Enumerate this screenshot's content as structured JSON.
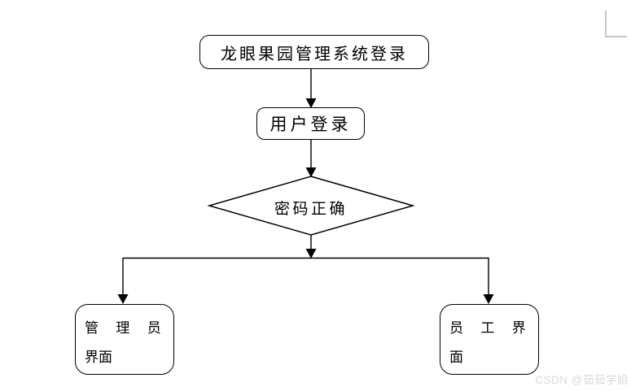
{
  "page": {
    "background": "#ffffff"
  },
  "flowchart": {
    "type": "flowchart",
    "stroke_color": "#000000",
    "node_fill": "#ffffff",
    "nodes": {
      "system_login": {
        "type": "rounded-rect",
        "label": "龙眼果园管理系统登录"
      },
      "user_login": {
        "type": "rounded-rect",
        "label": "用户登录"
      },
      "password_correct": {
        "type": "decision-diamond",
        "label": "密码正确"
      },
      "admin_ui": {
        "type": "rounded-rect",
        "label_line1": "管 理 员",
        "label_line2": "界面"
      },
      "staff_ui": {
        "type": "rounded-rect",
        "label_line1": "员 工 界",
        "label_line2": "面"
      }
    },
    "edges": [
      {
        "from": "system_login",
        "to": "user_login"
      },
      {
        "from": "user_login",
        "to": "password_correct"
      },
      {
        "from": "password_correct",
        "to": "admin_ui"
      },
      {
        "from": "password_correct",
        "to": "staff_ui"
      }
    ]
  },
  "watermark": {
    "text": "CSDN @茹茹学姐",
    "color": "#d9d9d9"
  }
}
